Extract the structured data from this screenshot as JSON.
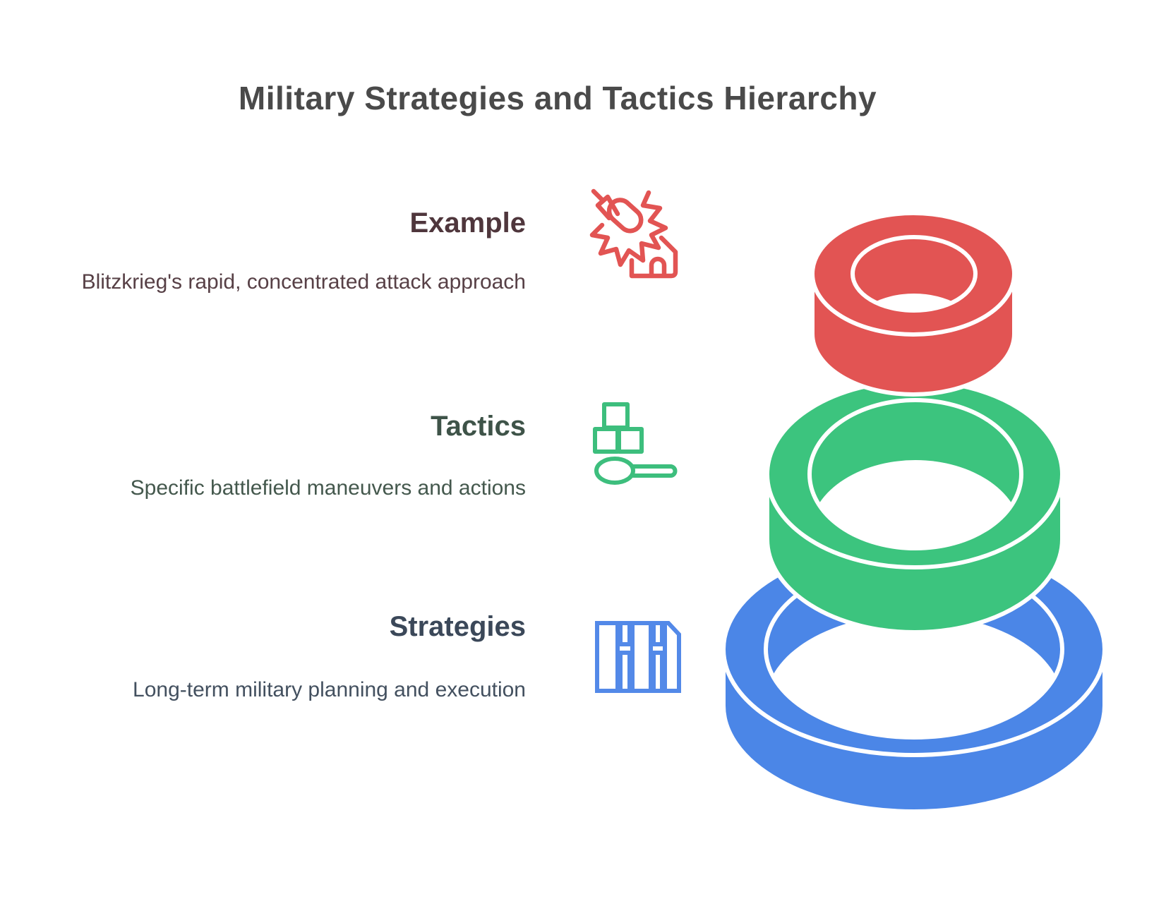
{
  "title": "Military Strategies and Tactics Hierarchy",
  "levels": [
    {
      "id": "example",
      "label": "Example",
      "description": "Blitzkrieg's rapid, concentrated attack approach",
      "color": "#E25453",
      "icon": "bomb-explosion-icon"
    },
    {
      "id": "tactics",
      "label": "Tactics",
      "description": "Specific battlefield maneuvers and actions",
      "color": "#3CC47E",
      "icon": "sugar-cubes-spoon-icon"
    },
    {
      "id": "strategies",
      "label": "Strategies",
      "description": "Long-term military planning and execution",
      "color": "#4B86E7",
      "icon": "fortification-icon"
    }
  ],
  "figure": {
    "type": "stacked-3d-rings",
    "order_top_to_bottom": [
      "Example",
      "Tactics",
      "Strategies"
    ],
    "ring_outline_color": "#FFFFFF"
  },
  "text_colors": {
    "title": "#4A4A4A",
    "example": "#4F363C",
    "tactics": "#3E5348",
    "strategies": "#3B4859"
  }
}
